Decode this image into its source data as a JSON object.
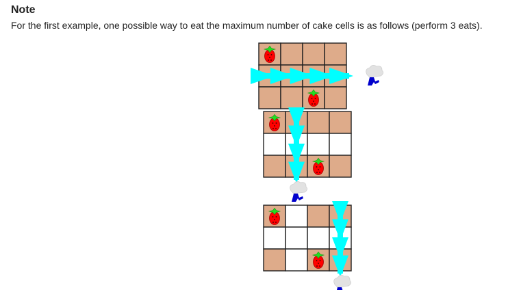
{
  "note": {
    "title": "Note",
    "description": "For the first example, one possible way to eat the maximum number of cake cells is as follows (perform 3 eats)."
  },
  "icons": {
    "strawberry": "strawberry-icon",
    "chef": "chef-icon",
    "arrow": "eat-path-arrow-icon"
  },
  "colors": {
    "cake_cell": "#deab8a",
    "eaten_cell": "#ffffff",
    "strawberry": "#ff0000",
    "strawberry_leaf": "#22dd22",
    "arrow": "#00ffff",
    "chef_hat": "#e2e2e2",
    "chef_body": "#0000cc"
  },
  "grid": {
    "rows": 3,
    "cols": 4,
    "strawberries": [
      [
        0,
        0
      ],
      [
        2,
        2
      ]
    ]
  },
  "steps": [
    {
      "eaten": [],
      "arrow": {
        "direction": "row",
        "index": 1
      }
    },
    {
      "eaten": [
        [
          1,
          0
        ],
        [
          1,
          1
        ],
        [
          1,
          2
        ],
        [
          1,
          3
        ]
      ],
      "arrow": {
        "direction": "col",
        "index": 1
      }
    },
    {
      "eaten": [
        [
          1,
          0
        ],
        [
          1,
          1
        ],
        [
          1,
          2
        ],
        [
          1,
          3
        ],
        [
          0,
          1
        ],
        [
          2,
          1
        ]
      ],
      "arrow": {
        "direction": "col",
        "index": 3
      }
    }
  ]
}
